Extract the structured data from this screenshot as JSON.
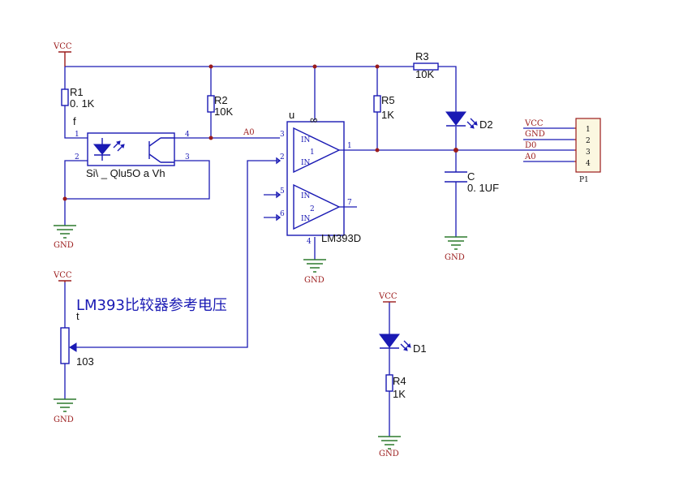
{
  "power": {
    "vcc": "VCC",
    "gnd": "GND"
  },
  "components": {
    "r1": {
      "ref": "R1",
      "value": "0. 1K"
    },
    "r2": {
      "ref": "R2",
      "value": "10K"
    },
    "r3": {
      "ref": "R3",
      "value": "10K"
    },
    "r4": {
      "ref": "R4",
      "value": "1K"
    },
    "r5": {
      "ref": "R5",
      "value": "1K"
    },
    "d1": {
      "ref": "D1"
    },
    "d2": {
      "ref": "D2"
    },
    "c": {
      "ref": "C",
      "value": "0. 1UF"
    },
    "pot": {
      "ref": "t",
      "value": "103"
    },
    "opto": {
      "ref": "f",
      "label": "Si\\  _ Qlu5O a  Vh"
    },
    "comparator": {
      "ref": "LM393D",
      "unit_mark": "u",
      "infinity": "∞"
    },
    "connector": {
      "ref": "P1"
    }
  },
  "pins": {
    "opto": [
      "1",
      "2",
      "3",
      "4"
    ],
    "u1a": {
      "in_plus": "3",
      "in_minus": "2",
      "out": "1",
      "unit": "1"
    },
    "u1b": {
      "in_plus": "5",
      "in_minus": "6",
      "out": "7",
      "unit": "2"
    },
    "gnd_pin": "4",
    "in_label": "IN"
  },
  "nets": {
    "a0": "A0",
    "vcc": "VCC",
    "gnd": "GND",
    "d0": "D0"
  },
  "connector_pins": [
    "1",
    "2",
    "3",
    "4"
  ],
  "note": "LM393比较器参考电压"
}
